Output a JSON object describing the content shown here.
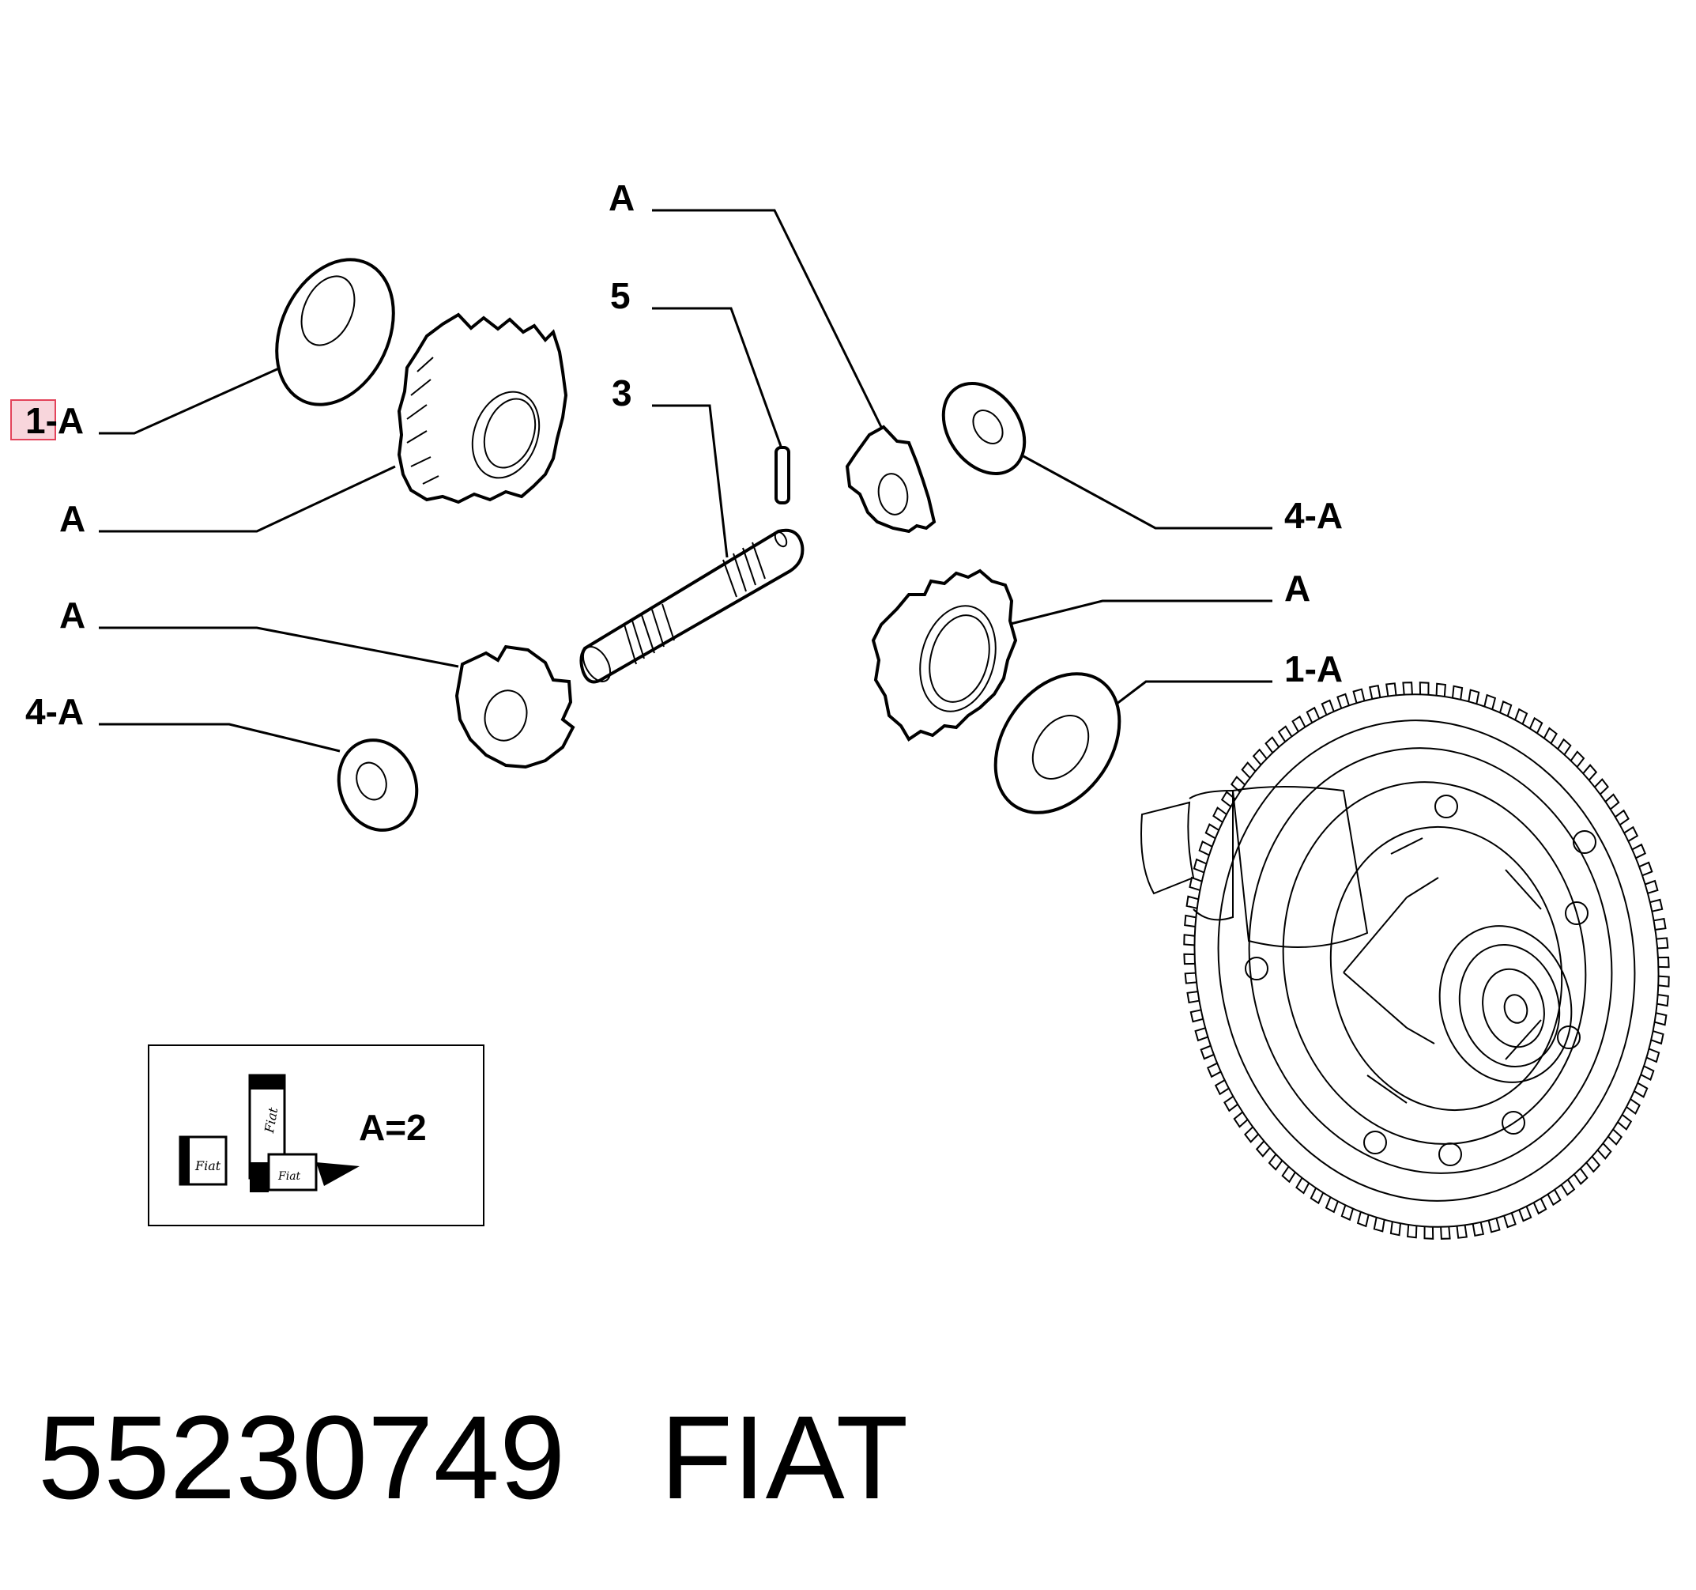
{
  "callouts": [
    {
      "id": "washer-left-upper",
      "text": "1-A",
      "highlight": "1"
    },
    {
      "id": "side-gear-left",
      "text": "A"
    },
    {
      "id": "planet-gear-left",
      "text": "A"
    },
    {
      "id": "washer-left-lower",
      "text": "4-A"
    },
    {
      "id": "planet-gear-top",
      "text": "A"
    },
    {
      "id": "pin",
      "text": "5"
    },
    {
      "id": "shaft",
      "text": "3"
    },
    {
      "id": "washer-right-upper",
      "text": "4-A"
    },
    {
      "id": "side-gear-right",
      "text": "A"
    },
    {
      "id": "washer-right-lower",
      "text": "1-A"
    }
  ],
  "kit_box": {
    "quantity_label": "A=2",
    "box_text": "Fiat"
  },
  "footer": {
    "part_number": "55230749",
    "brand": "FIAT"
  },
  "colors": {
    "highlight_fill": "#f8d6dc",
    "highlight_stroke": "#e3435a",
    "line": "#000000"
  }
}
